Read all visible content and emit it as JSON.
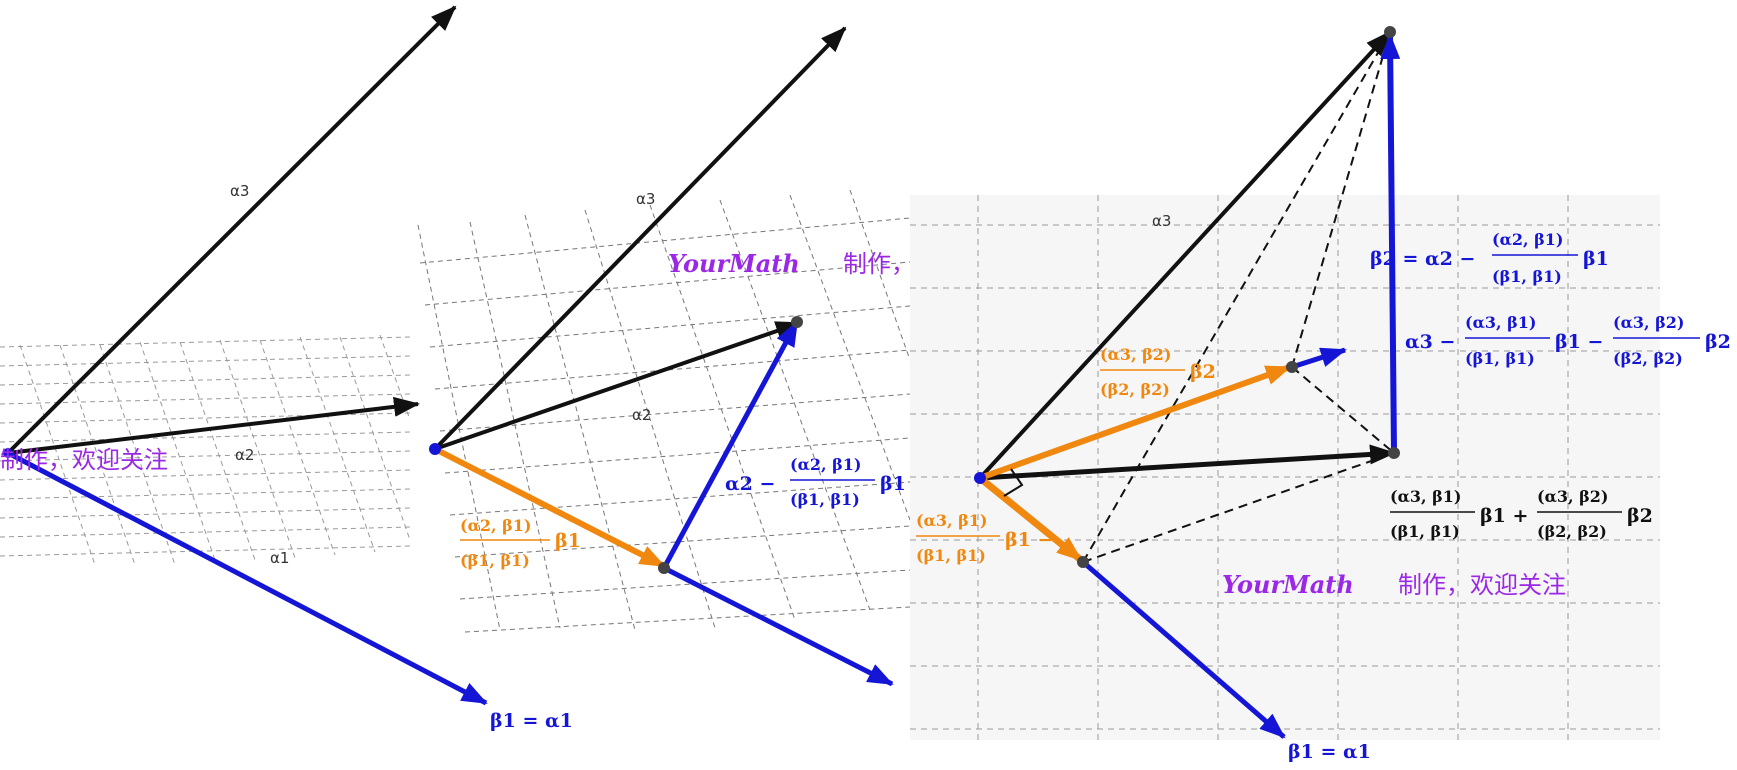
{
  "colors": {
    "black": "#111111",
    "blue": "#1515d6",
    "orange": "#f0870f",
    "purple": "#9a28e6",
    "grid": "#8a8a8a",
    "panel_bg": "#f5f5f5",
    "point": "#444444"
  },
  "panel1": {
    "label_a3": "α3",
    "label_a2": "α2",
    "label_a1": "α1",
    "label_b1": "β1 = α1",
    "watermark_cn": "制作，欢迎关注"
  },
  "panel2": {
    "label_a3": "α3",
    "label_a2": "α2",
    "watermark_latin": "YourMath",
    "watermark_cn": "制作，",
    "proj_coef_num": "(α2, β1)",
    "proj_coef_den": "(β1, β1)",
    "proj_vec": "β1",
    "perp_lhs": "α2 −",
    "perp_num": "(α2, β1)",
    "perp_den": "(β1, β1)",
    "perp_vec": "β1"
  },
  "panel3": {
    "label_a3": "α3",
    "b2_lhs": "β2 = α2 −",
    "b2_num": "(α2, β1)",
    "b2_den": "(β1, β1)",
    "b2_vec": "β1",
    "b3_lhs": "α3 −",
    "b3_num1": "(α3, β1)",
    "b3_den1": "(β1, β1)",
    "b3_vec1": "β1 −",
    "b3_num2": "(α3, β2)",
    "b3_den2": "(β2, β2)",
    "b3_vec2": "β2",
    "o2_num": "(α3, β2)",
    "o2_den": "(β2, β2)",
    "o2_vec": "β2",
    "o1_num": "(α3, β1)",
    "o1_den": "(β1, β1)",
    "o1_vec": "β1 −",
    "sum_num1": "(α3, β1)",
    "sum_den1": "(β1, β1)",
    "sum_vec1": "β1 +",
    "sum_num2": "(α3, β2)",
    "sum_den2": "(β2, β2)",
    "sum_vec2": "β2",
    "watermark_latin": "YourMath",
    "watermark_cn": "制作，欢迎关注",
    "label_b1": "β1 = α1"
  }
}
